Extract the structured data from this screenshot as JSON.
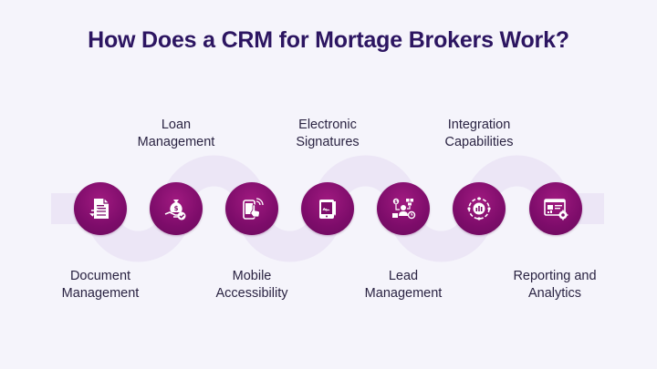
{
  "title": "How Does a CRM for Mortage Brokers Work?",
  "colors": {
    "title": "#2c1561",
    "wave": "#ece6f6",
    "node": "#7d0c6a",
    "text": "#2a2342"
  },
  "steps": [
    {
      "icon": "document-exchange-icon",
      "label_lines": [
        "Document",
        "Management"
      ]
    },
    {
      "icon": "money-bag-hand-icon",
      "label_lines": [
        "Loan",
        "Management"
      ]
    },
    {
      "icon": "mobile-touch-icon",
      "label_lines": [
        "Mobile",
        "Accessibility"
      ]
    },
    {
      "icon": "e-signature-tablet-icon",
      "label_lines": [
        "Electronic",
        "Signatures"
      ]
    },
    {
      "icon": "lead-network-icon",
      "label_lines": [
        "Lead",
        "Management"
      ]
    },
    {
      "icon": "integration-gear-icon",
      "label_lines": [
        "Integration",
        "Capabilities"
      ]
    },
    {
      "icon": "analytics-dashboard-icon",
      "label_lines": [
        "Reporting and",
        "Analytics"
      ]
    }
  ]
}
